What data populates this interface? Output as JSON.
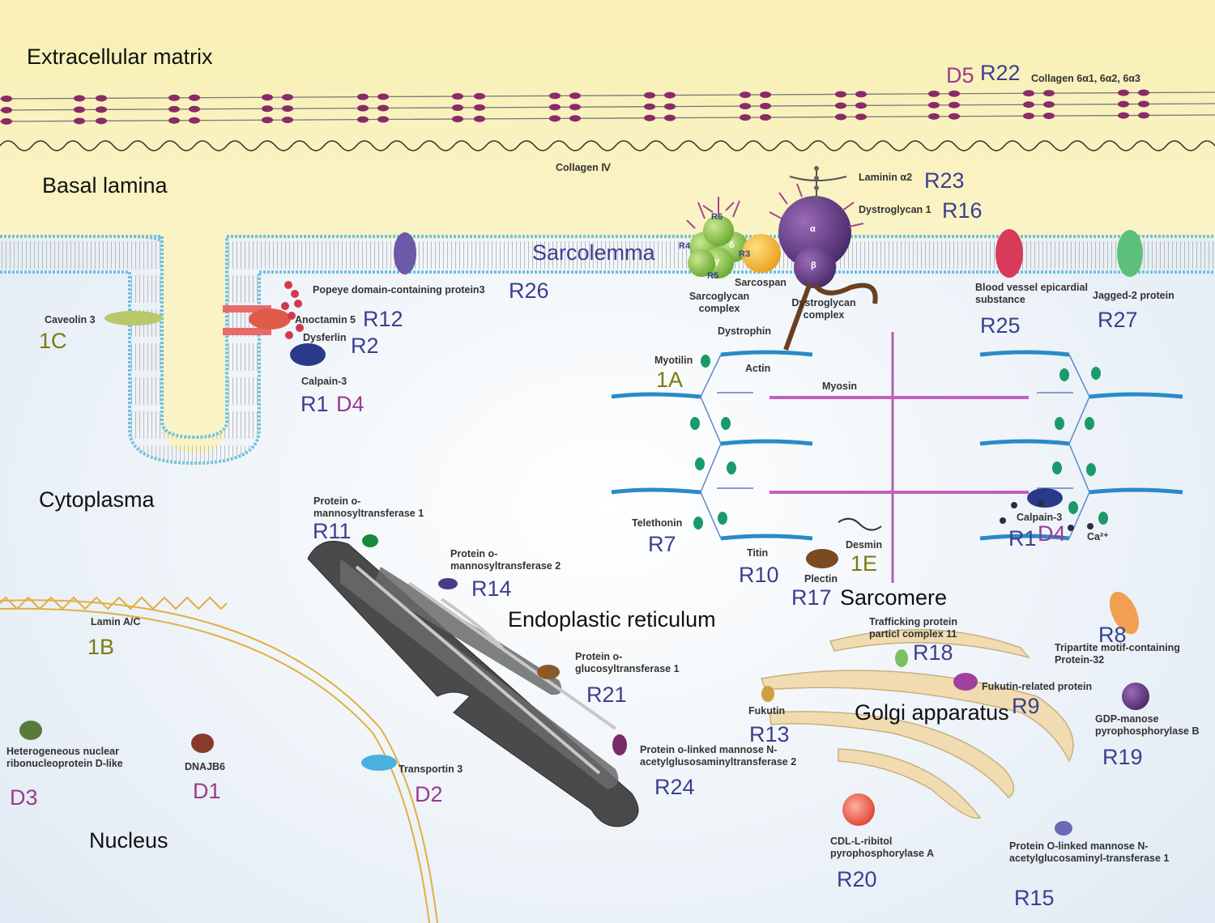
{
  "regions": {
    "extracellular_matrix": "Extracellular matrix",
    "basal_lamina": "Basal lamina",
    "sarcolemma": "Sarcolemma",
    "cytoplasma": "Cytoplasma",
    "nucleus": "Nucleus",
    "endoplasmic_reticulum": "Endoplastic reticulum",
    "golgi": "Golgi apparatus",
    "sarcomere": "Sarcomere"
  },
  "proteins": {
    "collagen6": "Collagen 6α1, 6α2, 6α3",
    "collagen4": "Collagen Ⅳ",
    "laminin": "Laminin α2",
    "dystroglycan1": "Dystroglycan 1",
    "caveolin": "Caveolin 3",
    "popeye": "Popeye domain-containing protein3",
    "anoctamin": "Anoctamin 5",
    "dysferlin": "Dysferlin",
    "calpain3_top": "Calpain-3",
    "sarcoglycan": "Sarcoglycan complex",
    "sarcospan": "Sarcospan",
    "dystroglycan_complex": "Dystroglycan complex",
    "dystrophin": "Dystrophin",
    "bves": "Blood vessel epicardial substance",
    "jagged2": "Jagged-2 protein",
    "myotilin": "Myotilin",
    "actin": "Actin",
    "myosin": "Myosin",
    "telethonin": "Telethonin",
    "titin": "Titin",
    "desmin": "Desmin",
    "plectin": "Plectin",
    "calpain3_right": "Calpain-3",
    "ca": "Ca²⁺",
    "pomt1": "Protein o-mannosyltransferase 1",
    "pomt2": "Protein o-mannosyltransferase 2",
    "poglut1": "Protein o-glucosyltransferase 1",
    "pomgnt2": "Protein o-linked mannose N-acetylglusosaminyltransferase 2",
    "lamin": "Lamin A/C",
    "hnrnpdl": "Heterogeneous nuclear ribonucleoprotein D-like",
    "dnajb6": "DNAJB6",
    "transportin": "Transportin 3",
    "trappc11": "Trafficking protein particl complex 11",
    "trim32": "Tripartite motif-containing Protein-32",
    "fkrp": "Fukutin-related protein",
    "fukutin": "Fukutin",
    "gmppb": "GDP-manose pyrophosphorylase B",
    "crppa": "CDL-L-ribitol pyrophosphorylase A",
    "pomgnt1": "Protein O-linked mannose N-acetylglucosaminyl-transferase 1"
  },
  "codes": {
    "d5": "D5",
    "r22": "R22",
    "r23": "R23",
    "r16": "R16",
    "r26": "R26",
    "r12": "R12",
    "r2": "R2",
    "r1_top": "R1",
    "d4_top": "D4",
    "c1c": "1C",
    "r25": "R25",
    "r27": "R27",
    "c1a": "1A",
    "r7": "R7",
    "r10": "R10",
    "c1e": "1E",
    "r17": "R17",
    "r1_right": "R1",
    "d4_right": "D4",
    "r11": "R11",
    "r14": "R14",
    "r21": "R21",
    "r24": "R24",
    "c1b": "1B",
    "d3": "D3",
    "d1": "D1",
    "d2": "D2",
    "r18": "R18",
    "r8": "R8",
    "r9": "R9",
    "r13": "R13",
    "r19": "R19",
    "r20": "R20",
    "r15": "R15"
  },
  "complex_letters": {
    "r6": "R6",
    "r4": "R4",
    "r3": "R3",
    "r5": "R5",
    "alpha": "α",
    "beta": "β",
    "gamma": "γ",
    "delta": "δ"
  },
  "colors": {
    "ecm": "#f7efb4",
    "cytoplasm": "#eef3f8",
    "r_code": "#3b3f8f",
    "d_code": "#9b3a8f",
    "g_code": "#7a7a10",
    "membrane": "#6cc3e0"
  }
}
